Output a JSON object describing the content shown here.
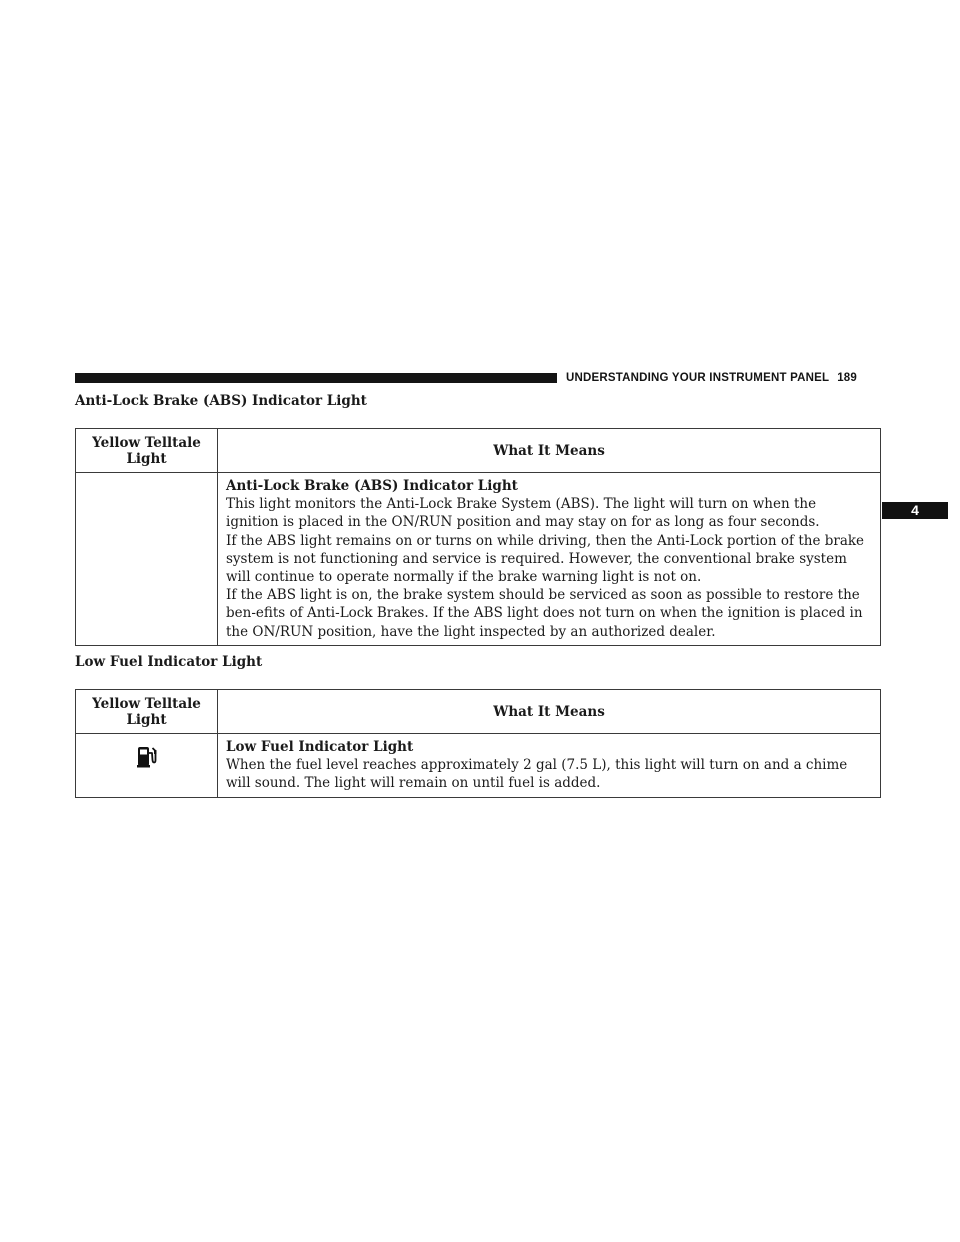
{
  "header": {
    "running_head": "UNDERSTANDING YOUR INSTRUMENT PANEL",
    "page_number": "189",
    "chapter_tab": "4"
  },
  "abs_section": {
    "title": "Anti-Lock Brake (ABS) Indicator Light",
    "table": {
      "col_left_line1": "Yellow Telltale",
      "col_left_line2": "Light",
      "col_right": "What It Means",
      "row_title": "Anti-Lock Brake (ABS) Indicator Light",
      "paragraphs": [
        "This light monitors the Anti-Lock Brake System (ABS). The light will turn on when the ignition is placed in the ON/RUN position and may stay on for as long as four seconds.",
        "If the ABS light remains on or turns on while driving, then the Anti-Lock portion of the brake system is not functioning and service is required. However, the conventional brake system will continue to operate normally if the brake warning light is not on.",
        "If the ABS light is on, the brake system should be serviced as soon as possible to restore the ben-efits of Anti-Lock Brakes. If the ABS light does not turn on when the ignition is placed in the ON/RUN position, have the light inspected by an authorized dealer."
      ]
    }
  },
  "fuel_section": {
    "title": "Low Fuel Indicator Light",
    "table": {
      "col_left_line1": "Yellow Telltale",
      "col_left_line2": "Light",
      "col_right": "What It Means",
      "icon": "fuel-pump-icon",
      "row_title": "Low Fuel Indicator Light",
      "paragraphs": [
        "When the fuel level reaches approximately 2 gal (7.5 L), this light will turn on and a chime will sound. The light will remain on until fuel is added."
      ]
    }
  }
}
